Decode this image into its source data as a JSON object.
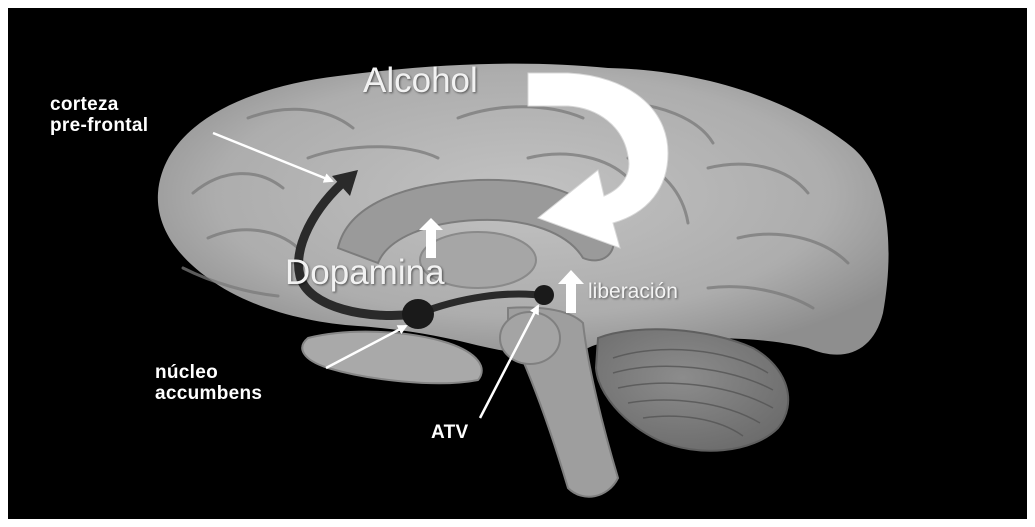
{
  "labels": {
    "alcohol": "Alcohol",
    "prefrontal_line1": "corteza",
    "prefrontal_line2": "pre-frontal",
    "dopamine": "Dopamina",
    "release": "liberación",
    "nucleus_line1": "núcleo",
    "nucleus_line2": "accumbens",
    "vta": "ATV"
  },
  "colors": {
    "background": "#000000",
    "page_border": "#ffffff",
    "brain": "#b4b4b4",
    "pathway": "#2a2a2a",
    "arrows": "#ffffff"
  },
  "icons": {
    "alcohol_arrow": "curved-arrow-icon",
    "release_arrows": "up-arrow-icon",
    "pathway": "dopamine-pathway"
  }
}
